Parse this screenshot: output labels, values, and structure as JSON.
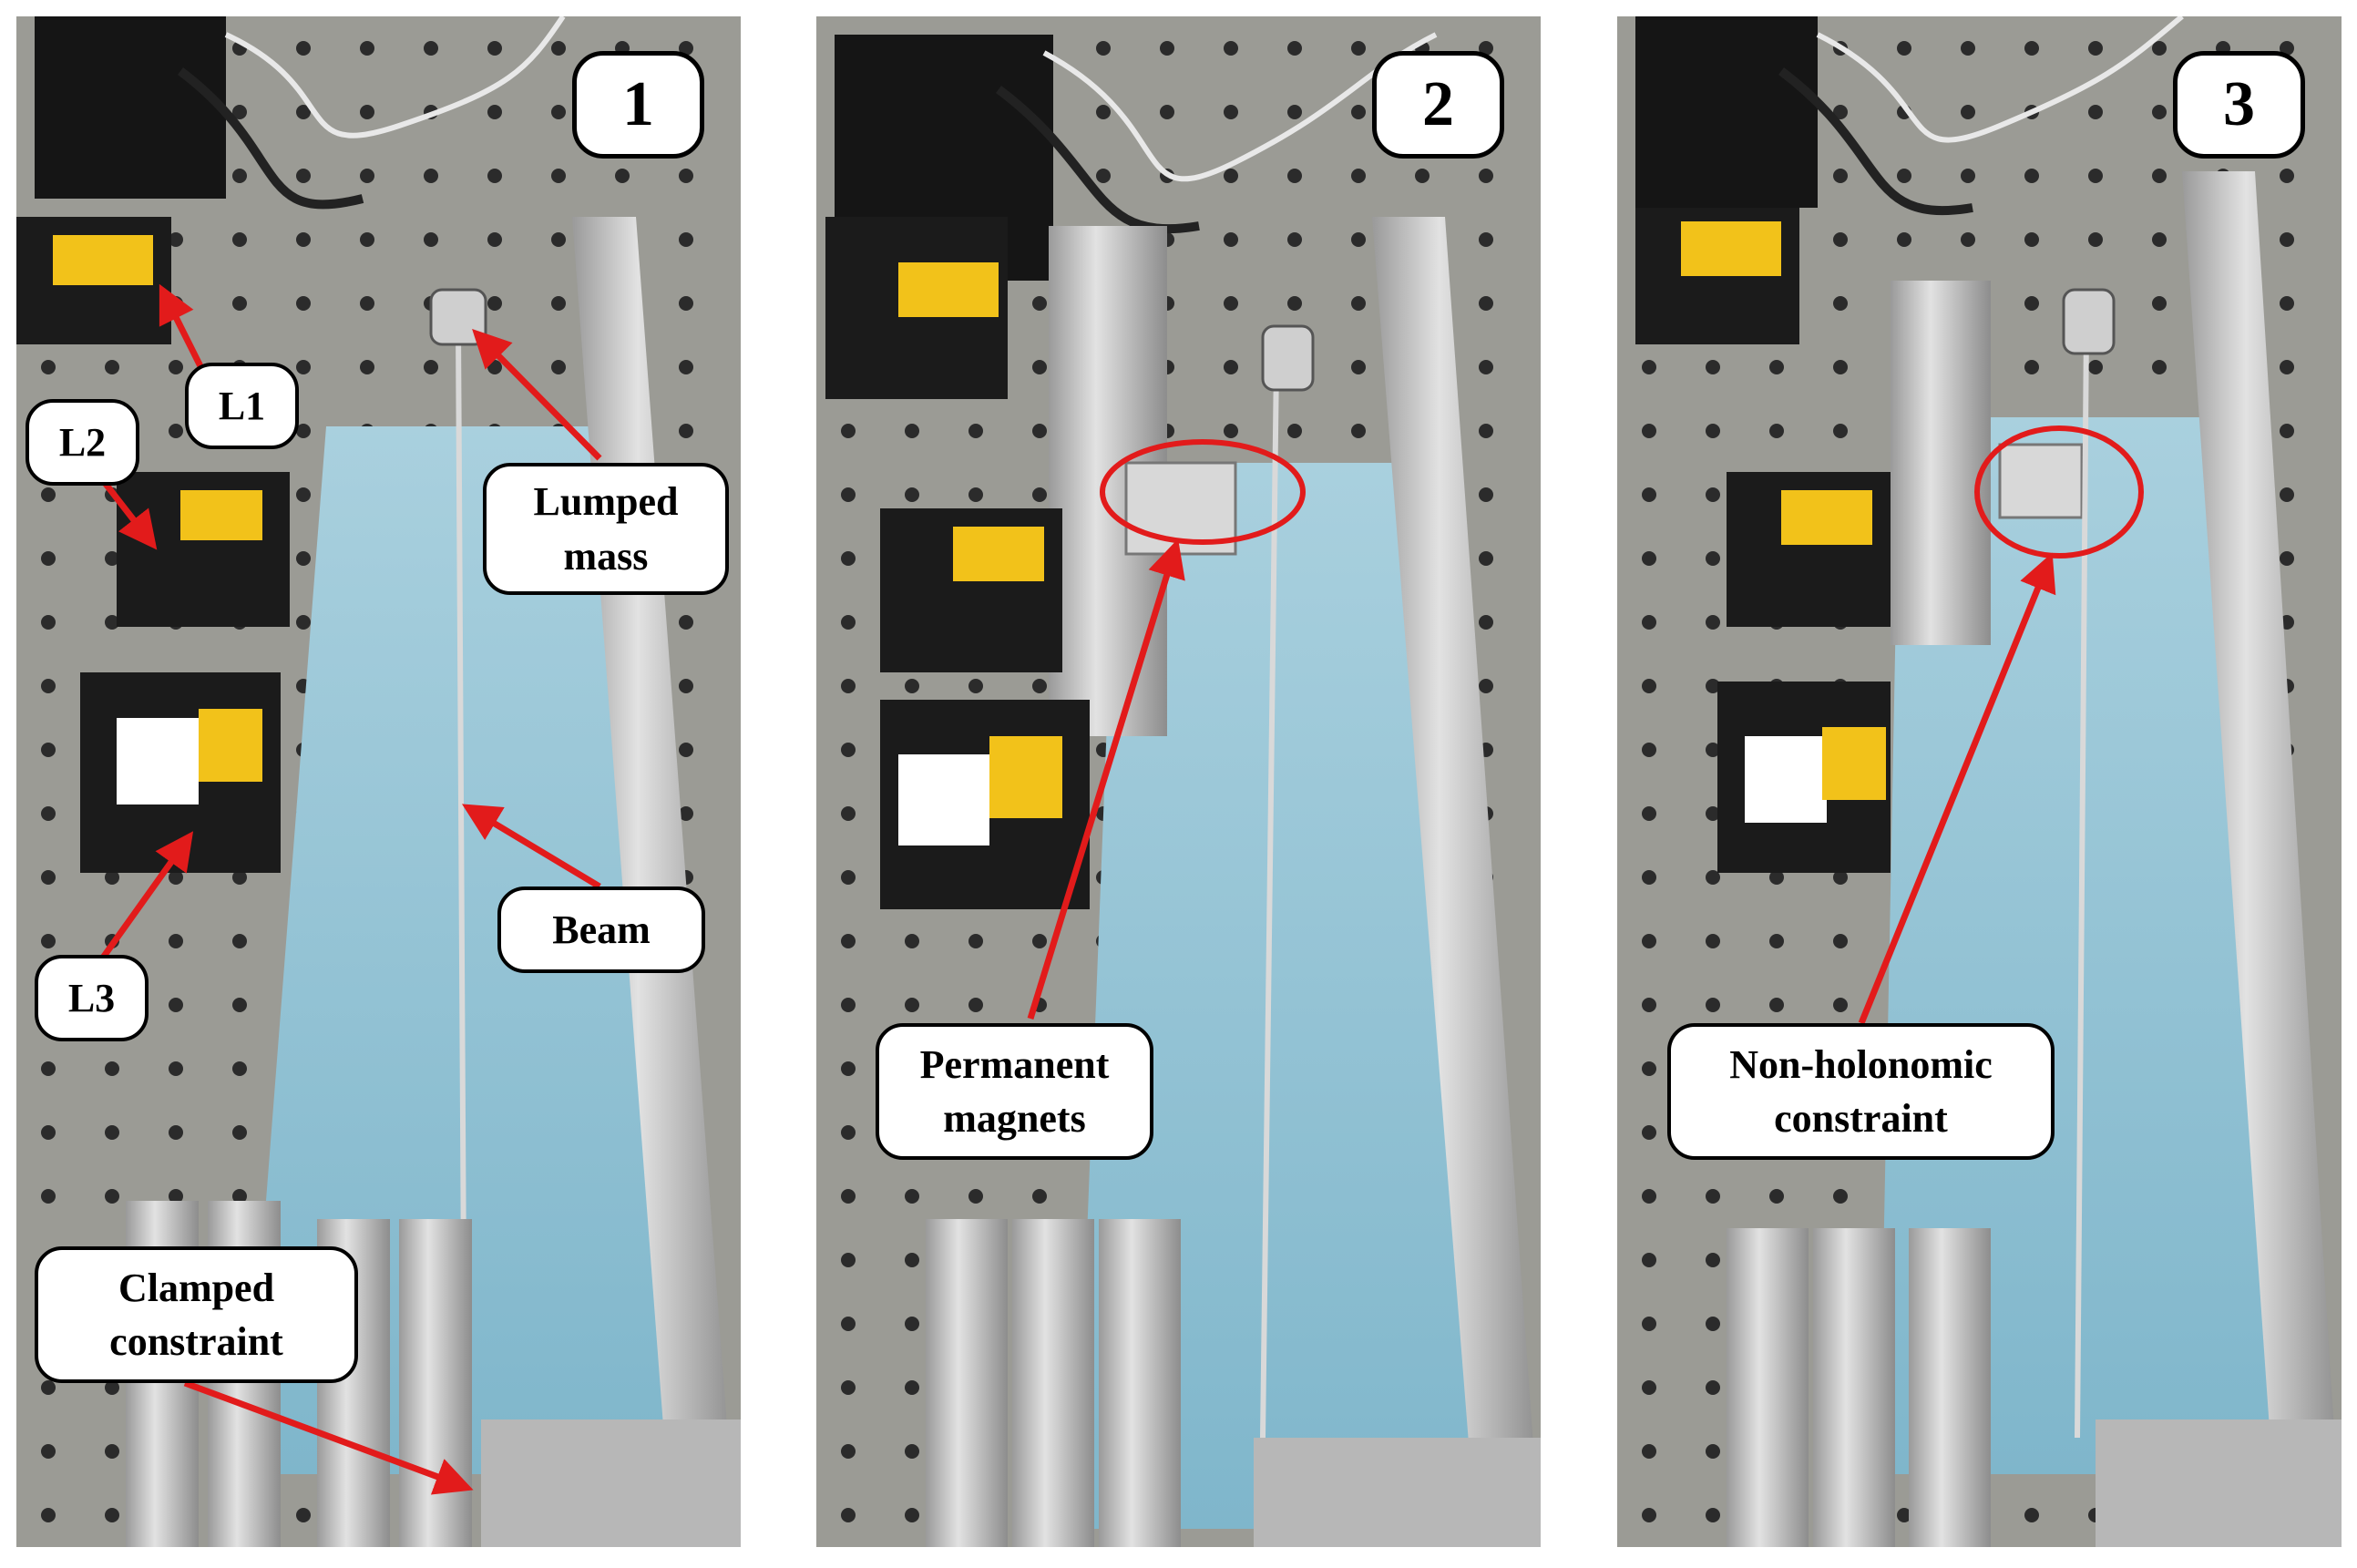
{
  "panels": [
    {
      "number": "1",
      "labels": {
        "l1": "L1",
        "l2": "L2",
        "l3": "L3",
        "lumped_mass": "Lumped\nmass",
        "beam": "Beam",
        "clamped": "Clamped\nconstraint"
      }
    },
    {
      "number": "2",
      "labels": {
        "magnets": "Permanent\nmagnets"
      }
    },
    {
      "number": "3",
      "labels": {
        "nonholonomic": "Non-holonomic\nconstraint"
      }
    }
  ],
  "colors": {
    "arrow": "#e21b1b",
    "water_blue": "#8fbfd4",
    "rail": "#c8c8c8",
    "sensor_body": "#1b1b1b",
    "sticker_yellow": "#f2c21a"
  }
}
